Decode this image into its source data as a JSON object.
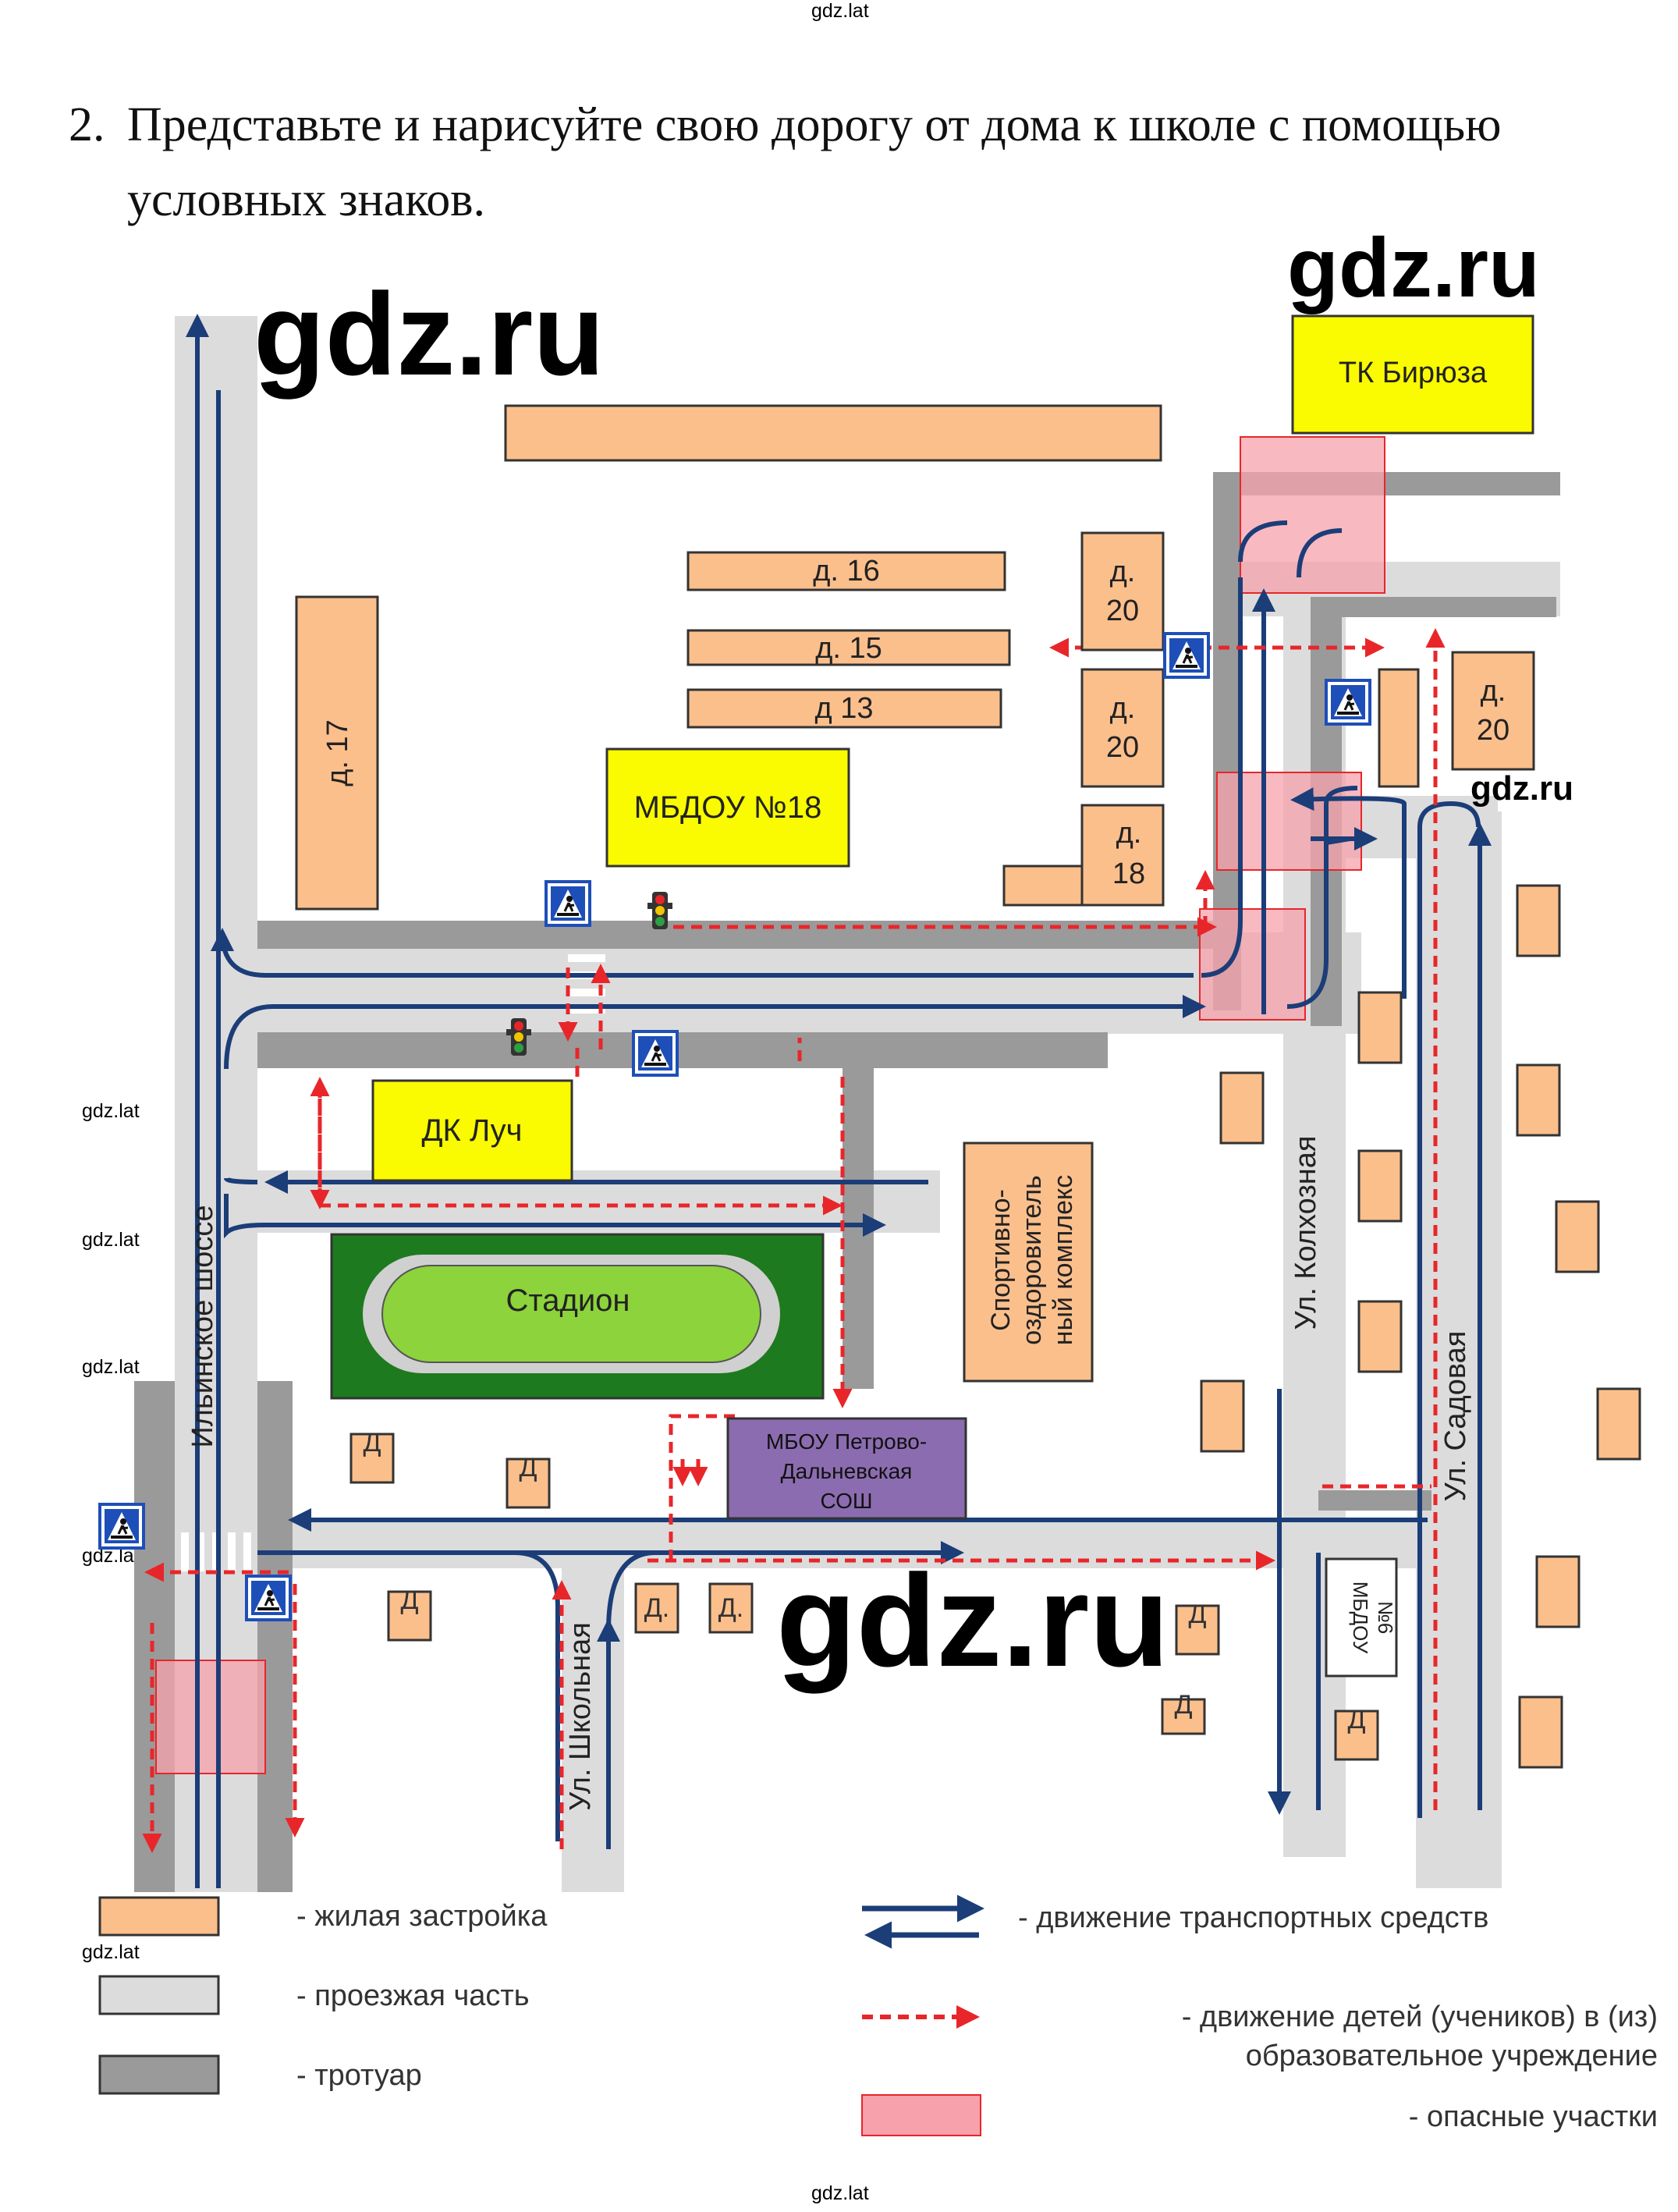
{
  "watermarks": {
    "top": "gdz.lat",
    "bottom": "gdz.lat",
    "side": [
      "gdz.lat",
      "gdz.lat",
      "gdz.lat",
      "gdz.lat",
      "gdz.lat"
    ],
    "big": [
      "gdz.ru",
      "gdz.ru",
      "gdz.ru",
      "gdz.ru"
    ]
  },
  "task": {
    "number": "2.",
    "text": "Представьте и нарисуйте свою дорогу от дома к школе с помощью условных знаков."
  },
  "map": {
    "buildings": {
      "tk": "ТК Бирюза",
      "mbdou18": "МБДОУ №18",
      "dk": "ДК Луч",
      "stadium": "Стадион",
      "sport_complex": [
        "Спортивно-",
        "оздоровитель",
        "ный комплекс"
      ],
      "school": [
        "МБОУ Петрово-",
        "Дальневская",
        "СОШ"
      ],
      "mbdou6": [
        "МБДОУ",
        "№6"
      ],
      "d16": "д. 16",
      "d15": "д. 15",
      "d13": "д 13",
      "d17": "д. 17",
      "d20a": [
        "д.",
        "20"
      ],
      "d20b": [
        "д.",
        "20"
      ],
      "d20c": [
        "д.",
        "20"
      ],
      "d18": [
        "д.",
        "18"
      ],
      "house_label": "Д",
      "house_label_dot": "Д."
    },
    "streets": {
      "ilinskoe": "Ильинское шоссе",
      "kolkhoznaya": "Ул. Колхозная",
      "sadovaya": "Ул. Садовая",
      "shkolnaya": "Ул. Школьная"
    },
    "colors": {
      "residential": "#fbbf8c",
      "road": "#dcdcdc",
      "sidewalk": "#9a9a9a",
      "vehicle_arrow": "#1b3d78",
      "child_path": "#e8262a",
      "danger": "#f7a1ac",
      "yellow_building": "#fafa00",
      "school": "#8c6cb0",
      "stadium_field": "#1e7a1e",
      "stadium_inner": "#8cd33c",
      "sign_blue": "#1e4fb8"
    },
    "icons": [
      "pedestrian-crossing-sign-icon",
      "traffic-light-icon"
    ]
  },
  "legend": {
    "residential": "- жилая застройка",
    "road": "- проезжая часть",
    "sidewalk": "- тротуар",
    "vehicles": "- движение транспортных средств",
    "children_line1": "- движение детей (учеников) в (из)",
    "children_line2": "образовательное учреждение",
    "danger": "- опасные участки"
  }
}
